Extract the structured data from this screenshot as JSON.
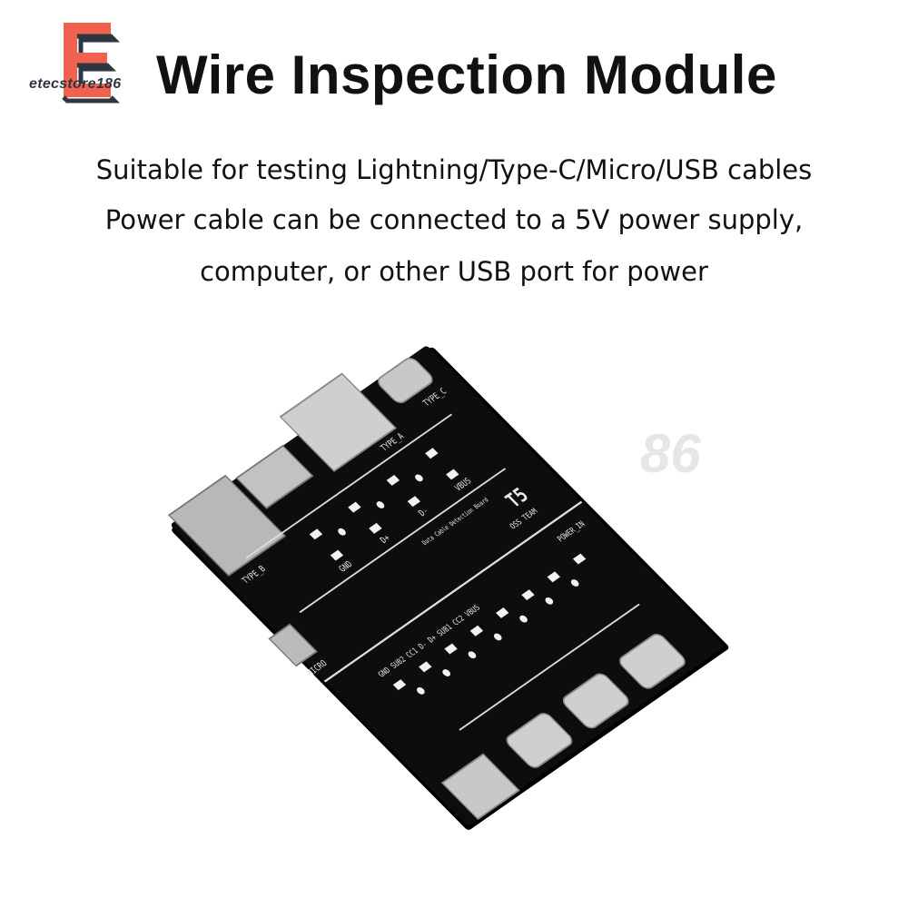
{
  "brand": {
    "logo_letter": "E",
    "name": "etecstore186",
    "accent": "#f0614f",
    "dark": "#2f3640"
  },
  "header": {
    "title": "Wire Inspection Module"
  },
  "description": [
    "Suitable for testing Lightning/Type-C/Micro/USB cables",
    "Power cable can be connected to a 5V power supply,",
    "computer, or other USB port for power"
  ],
  "board": {
    "color": "#0d0d0d",
    "labels": {
      "type_b": "TYPE_B",
      "type_a": "TYPE_A",
      "type_c": "TYPE_C",
      "micro": "MICRO",
      "gnd": "GND",
      "dp": "D+",
      "dm": "D-",
      "vbus": "VBUS",
      "model": "T5",
      "team": "OSS TEAM",
      "board_name": "Data Cable Detection Board",
      "power_in": "POWER_IN",
      "lower_pins": "GND SUB2 CC1 D- D+ SUB1 CC2 VBUS"
    }
  }
}
